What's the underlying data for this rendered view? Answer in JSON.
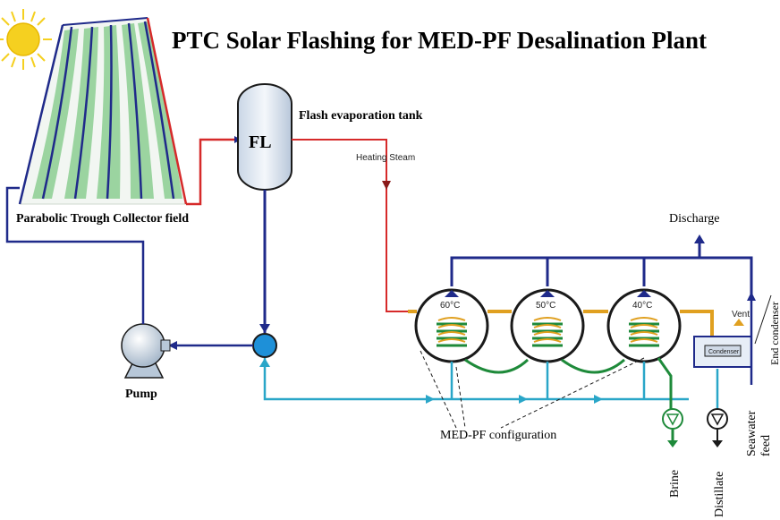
{
  "title": "PTC Solar Flashing for MED-PF Desalination Plant",
  "labels": {
    "collector_field": "Parabolic Trough Collector field",
    "flash_tank_short": "FL",
    "flash_tank": "Flash evaporation tank",
    "heating_steam": "Heating Steam",
    "discharge": "Discharge",
    "pump": "Pump",
    "med_pf": "MED-PF configuration",
    "brine": "Brine",
    "distillate": "Distillate",
    "seawater_feed": "Seawater feed",
    "end_condenser": "End condenser",
    "vent": "Vent",
    "condenser": "Condenser"
  },
  "effects": [
    "60°C",
    "50°C",
    "40°C"
  ],
  "colors": {
    "hot_line": "#d62a2a",
    "cold_line": "#1f2a8a",
    "feed_line": "#2aa6c8",
    "brine_line": "#1e8a3a",
    "steam_line": "#e0a020",
    "collector_green": "#9bd4a0",
    "sun": "#f5d020"
  }
}
